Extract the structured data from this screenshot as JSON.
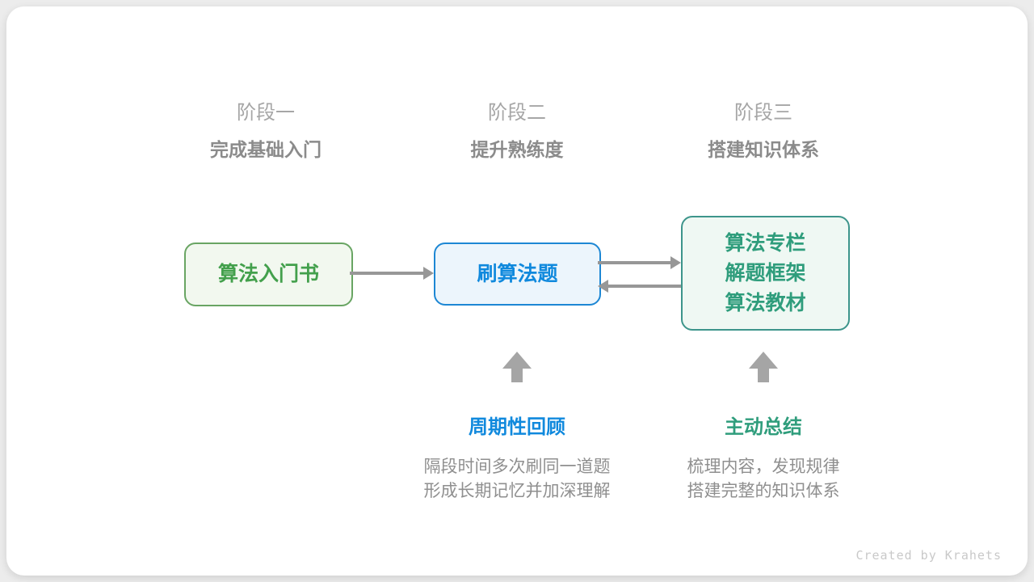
{
  "page": {
    "background_color": "#ececec",
    "card_color": "#ffffff",
    "arrow_color": "#979797",
    "up_arrow_color": "#a5a5a5"
  },
  "diagram": {
    "stages": [
      {
        "label": "阶段一",
        "title": "完成基础入门"
      },
      {
        "label": "阶段二",
        "title": "提升熟练度"
      },
      {
        "label": "阶段三",
        "title": "搭建知识体系"
      }
    ],
    "nodes": [
      {
        "lines": [
          "算法入门书"
        ],
        "border_color": "#69a563",
        "fill_color": "#f2f8ef",
        "text_color": "#43a04c"
      },
      {
        "lines": [
          "刷算法题"
        ],
        "border_color": "#1d87d4",
        "fill_color": "#ecf5fc",
        "text_color": "#1089dd"
      },
      {
        "lines": [
          "算法专栏",
          "解题框架",
          "算法教材"
        ],
        "border_color": "#3d958b",
        "fill_color": "#eff8f3",
        "text_color": "#2f9d7c"
      }
    ],
    "annotations": [
      {
        "title": "周期性回顾",
        "title_color": "#1089dd",
        "desc_line1": "隔段时间多次刷同一道题",
        "desc_line2": "形成长期记忆并加深理解"
      },
      {
        "title": "主动总结",
        "title_color": "#2f9d7c",
        "desc_line1": "梳理内容，发现规律",
        "desc_line2": "搭建完整的知识体系"
      }
    ]
  },
  "footer": {
    "credit": "Created by Krahets"
  }
}
